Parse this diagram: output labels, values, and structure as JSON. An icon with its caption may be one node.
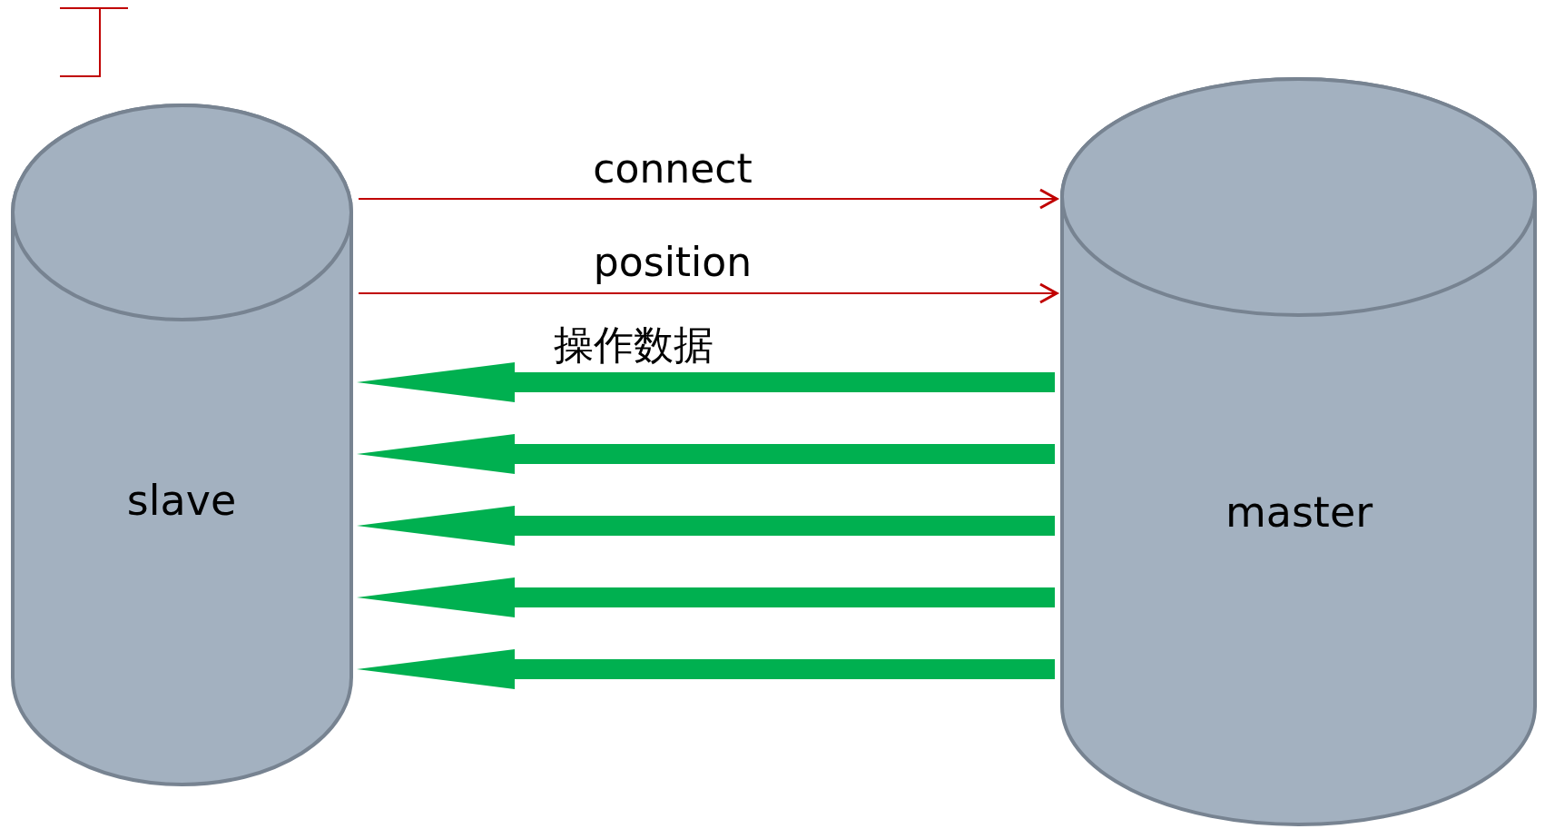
{
  "diagram": {
    "nodes": [
      {
        "text": [
          "slave"
        ]
      },
      {
        "text": [
          "master"
        ]
      }
    ],
    "edges": [
      {
        "from": 0,
        "to": 1,
        "arrow": "to",
        "label": "connect",
        "color": "#c00000"
      },
      {
        "from": 0,
        "to": 1,
        "arrow": "to",
        "label": "position",
        "color": "#c00000"
      },
      {
        "from": 1,
        "to": 0,
        "arrow": "to",
        "label": "操作数据"
      },
      {
        "from": 1,
        "to": 0,
        "arrow": "to"
      },
      {
        "from": 1,
        "to": 0,
        "arrow": "to"
      },
      {
        "from": 1,
        "to": 0,
        "arrow": "to"
      },
      {
        "from": 1,
        "to": 0,
        "arrow": "to"
      }
    ]
  }
}
